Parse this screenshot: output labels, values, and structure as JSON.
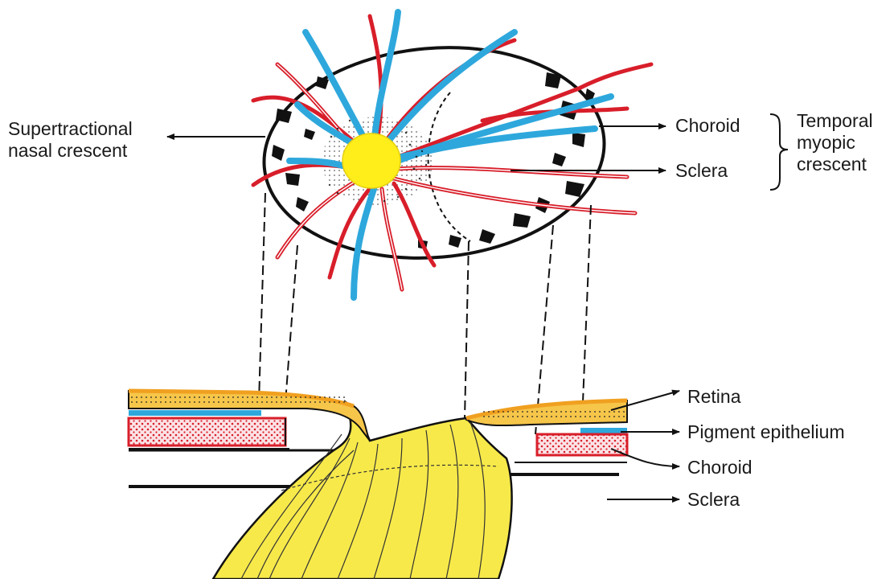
{
  "labels": {
    "supertractional_line1": "Supertractional",
    "supertractional_line2": "nasal crescent",
    "choroid_top": "Choroid",
    "sclera_top": "Sclera",
    "temporal_line1": "Temporal",
    "temporal_line2": "myopic",
    "temporal_line3": "crescent",
    "retina": "Retina",
    "pigment_epithelium": "Pigment epithelium",
    "choroid_bottom": "Choroid",
    "sclera_bottom": "Sclera"
  },
  "colors": {
    "artery": "#d81e2a",
    "vein": "#2ea8dc",
    "optic_disc": "#ffee1a",
    "nerve": "#f7e94a",
    "retina_layer": "#f0a020",
    "ink": "#111111"
  }
}
